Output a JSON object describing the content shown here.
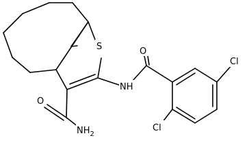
{
  "molecule": {
    "atom_labels": {
      "S": "S",
      "NH": "NH",
      "O_amide_carbonyl": "O",
      "NH2": "NH",
      "NH2_subscript": "2",
      "O_benzoyl": "O",
      "Cl_5": "Cl",
      "Cl_2": "Cl"
    }
  }
}
